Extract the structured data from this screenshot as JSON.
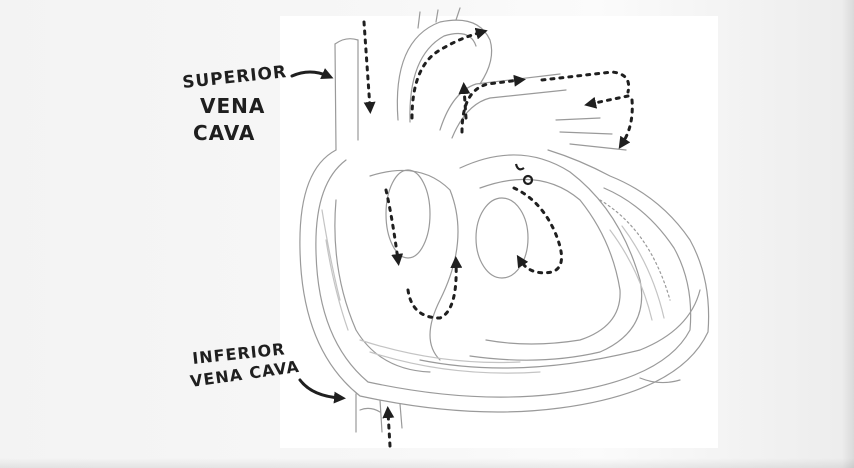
{
  "labels": {
    "svc_line1": "SUPERIOR",
    "svc_line2": "VENA",
    "svc_line3": "CAVA",
    "ivc_line1": "INFERIOR",
    "ivc_line2": "VENA CAVA"
  },
  "colors": {
    "ink": "#1f1f1f",
    "sketch": "#7a7a7a",
    "paper": "#ffffff"
  }
}
